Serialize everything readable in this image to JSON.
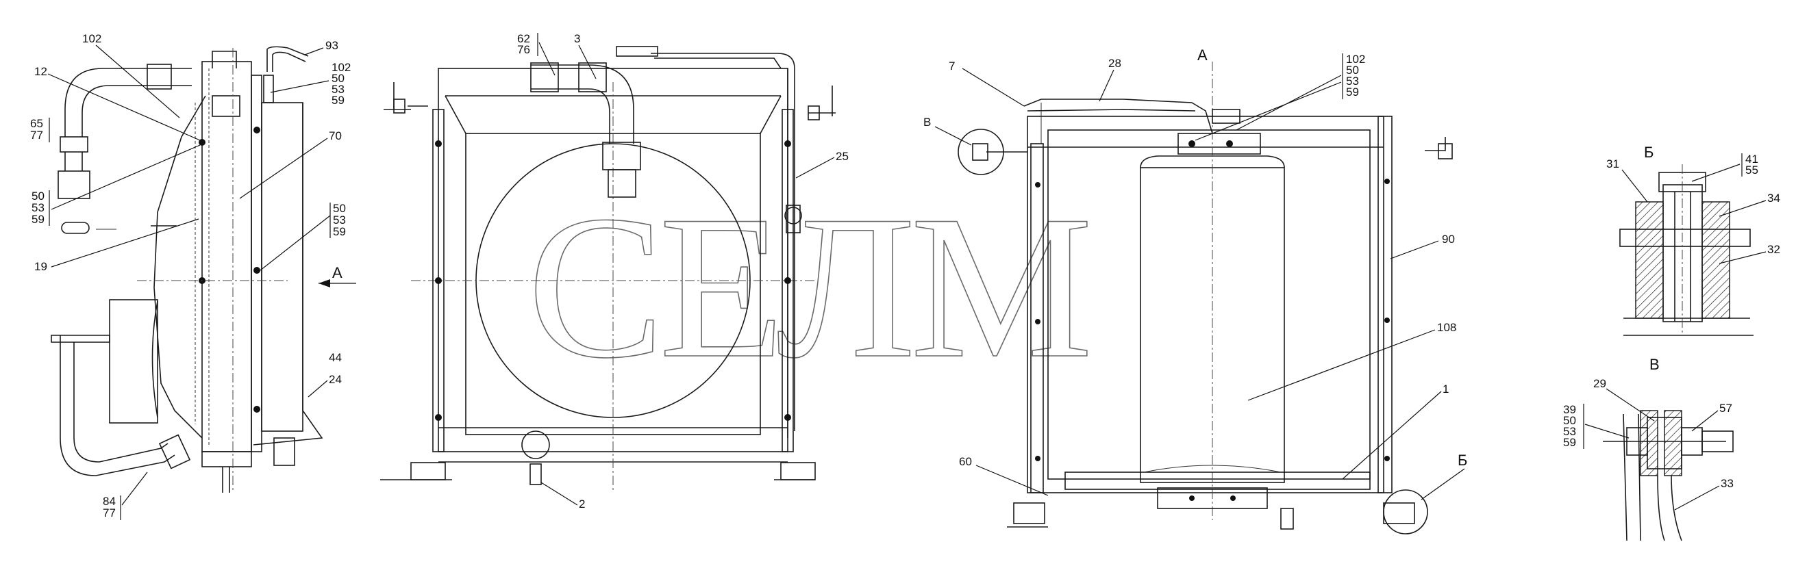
{
  "watermark": "СЕЛМ",
  "view_titles": {
    "view_a": "А",
    "detail_b": "Б",
    "detail_v": "В"
  },
  "callouts": {
    "c102a": "102",
    "c93": "93",
    "c12": "12",
    "c102b": "102",
    "c50b": "50",
    "c53b": "53",
    "c59b": "59",
    "c65": "65",
    "c77a": "77",
    "c70": "70",
    "c50c": "50",
    "c53c": "53",
    "c59c": "59",
    "c50d": "50",
    "c53d": "53",
    "c59d": "59",
    "c19": "19",
    "cArrowA": "А",
    "c44": "44",
    "c24": "24",
    "c84": "84",
    "c77b": "77",
    "c62": "62",
    "c76": "76",
    "c3": "3",
    "c25": "25",
    "c2": "2",
    "c7": "7",
    "c28": "28",
    "cB": "В",
    "c102e": "102",
    "c50e": "50",
    "c53e": "53",
    "c59e": "59",
    "c90": "90",
    "c108": "108",
    "c1": "1",
    "c60": "60",
    "cBcirc": "Б",
    "c31": "31",
    "c41": "41",
    "c55": "55",
    "c34": "34",
    "c32": "32",
    "c29": "29",
    "c57": "57",
    "c39": "39",
    "c50f": "50",
    "c53f": "53",
    "c59f": "59",
    "c33": "33"
  },
  "colors": {
    "line": "#1a1a1a",
    "watermark": "#6a6a6a",
    "background": "#ffffff"
  }
}
